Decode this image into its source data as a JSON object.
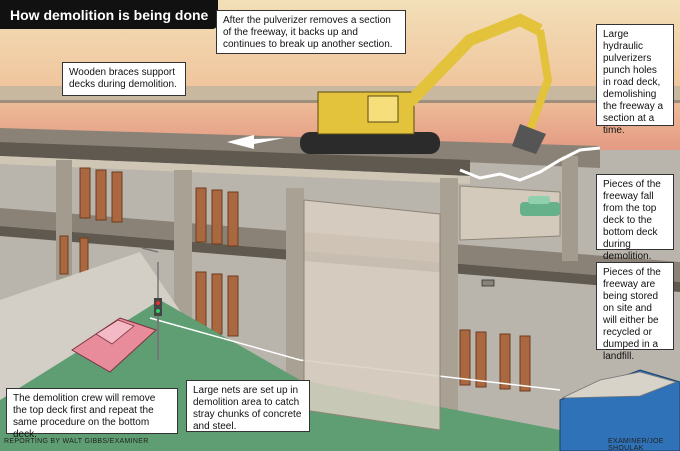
{
  "title": "How demolition is being done",
  "callouts": {
    "pulverizer_back": "After the pulverizer removes a section of the freeway, it backs up and continues to break up another section.",
    "braces": "Wooden braces support decks during demolition.",
    "hydraulic": "Large hydraulic pulverizers punch holes in road deck, demolishing the freeway a section at a time.",
    "pieces_fall": "Pieces of the freeway fall from the top deck to the bottom deck during demolition.",
    "pieces_stored": "Pieces of the freeway are being stored on site and will either be recycled or dumped in a landfill.",
    "crew": "The demolition crew will remove the top deck first and repeat the same procedure on the bottom deck.",
    "nets": "Large nets are set up in demolition area to catch stray chunks of concrete and steel."
  },
  "credits": {
    "reporting": "REPORTING BY WALT GIBBS/EXAMINER",
    "artist": "EXAMINER/JOE SHOULAK"
  },
  "colors": {
    "sky_top": "#f0d9b0",
    "sky_bottom": "#e9a98a",
    "deck": "#8c8578",
    "deck_dark": "#5e584f",
    "ground": "#b7b2aa",
    "grass": "#5e9e72",
    "brace": "#a9683f",
    "excavator": "#e3c23c",
    "car": "#e88b9a",
    "dumpster": "#2f72b8"
  }
}
